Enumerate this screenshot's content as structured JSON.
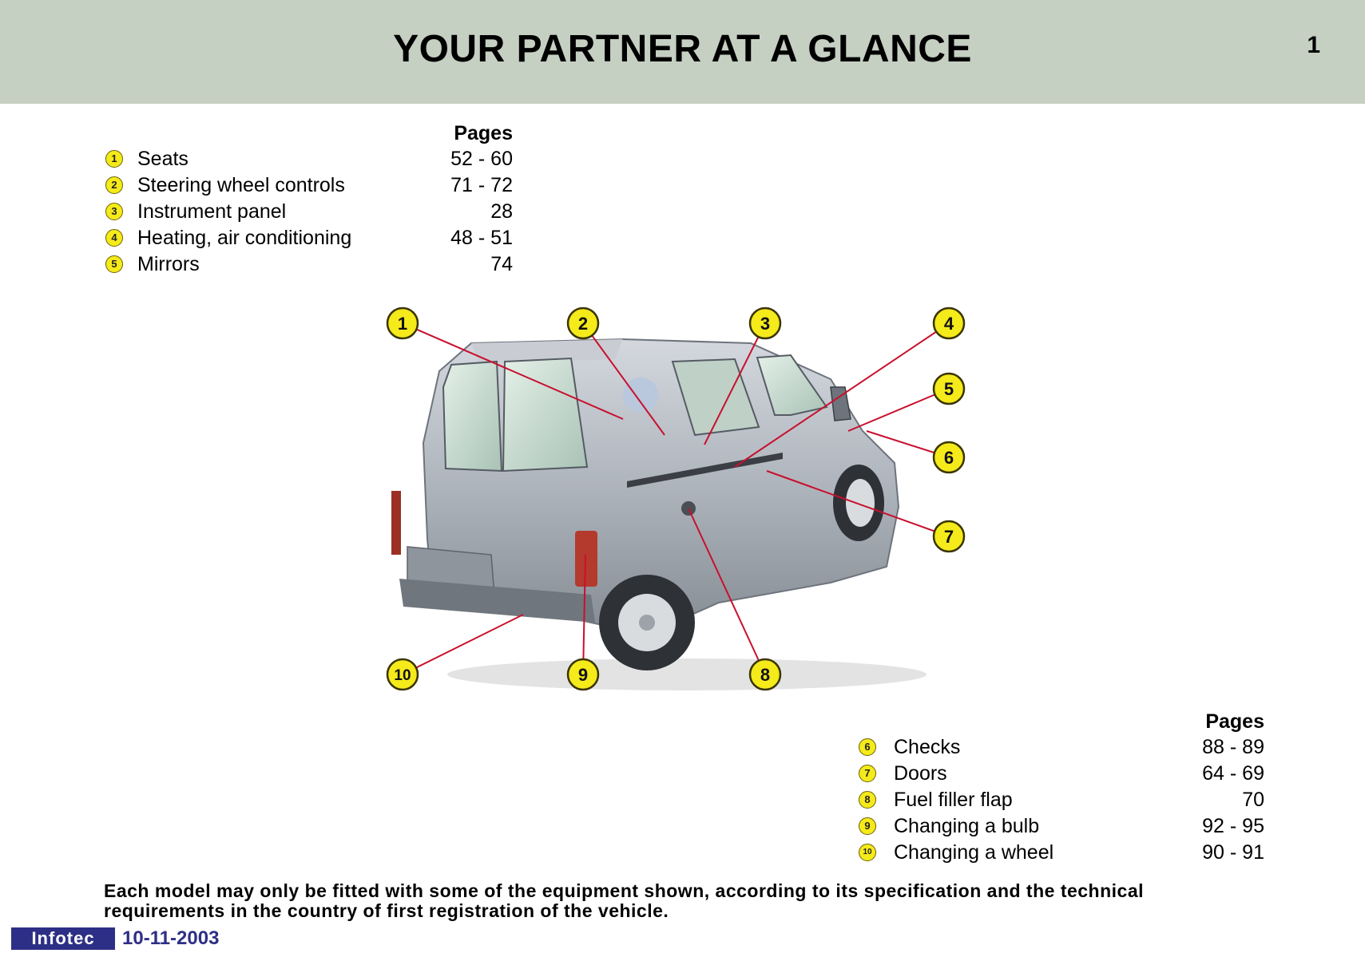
{
  "header": {
    "title": "YOUR PARTNER AT A GLANCE",
    "page_number": "1"
  },
  "colors": {
    "header_band": "#c5cfc2",
    "callout_fill": "#f5ea1a",
    "leader_line": "#c8102e",
    "brand": "#2d2f86"
  },
  "toc_top": {
    "heading": "Pages",
    "items": [
      {
        "num": "1",
        "label": "Seats",
        "pages": "52 - 60"
      },
      {
        "num": "2",
        "label": "Steering wheel controls",
        "pages": "71 - 72"
      },
      {
        "num": "3",
        "label": "Instrument panel",
        "pages": "28"
      },
      {
        "num": "4",
        "label": "Heating, air conditioning",
        "pages": "48 - 51"
      },
      {
        "num": "5",
        "label": "Mirrors",
        "pages": "74"
      }
    ]
  },
  "toc_bottom": {
    "heading": "Pages",
    "items": [
      {
        "num": "6",
        "label": "Checks",
        "pages": "88 - 89"
      },
      {
        "num": "7",
        "label": "Doors",
        "pages": "64 - 69"
      },
      {
        "num": "8",
        "label": "Fuel filler flap",
        "pages": "70"
      },
      {
        "num": "9",
        "label": "Changing a bulb",
        "pages": "92 - 95"
      },
      {
        "num": "10",
        "label": "Changing a wheel",
        "pages": "90 - 91"
      }
    ]
  },
  "figure": {
    "callouts": [
      "1",
      "2",
      "3",
      "4",
      "5",
      "6",
      "7",
      "8",
      "9",
      "10"
    ]
  },
  "note": "Each model may only be fitted with some of the equipment shown, according to its specification and the technical requirements in the country of first registration of the vehicle.",
  "footer": {
    "brand": "Infotec",
    "date": "10-11-2003"
  }
}
